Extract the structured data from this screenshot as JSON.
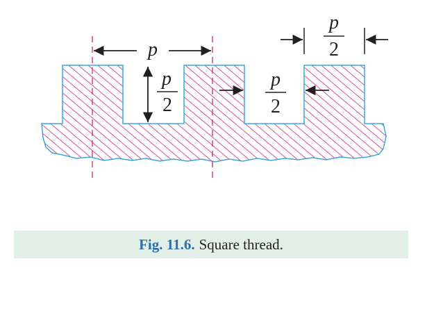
{
  "figure": {
    "labels": {
      "pitch_top": "p",
      "depth_num": "p",
      "depth_den": "2",
      "groove_num": "p",
      "groove_den": "2",
      "tooth_num": "p",
      "tooth_den": "2"
    },
    "colors": {
      "hatch": "#d4237a",
      "outline": "#3aa6e0",
      "centerline": "#d4237a",
      "ink": "#231f20"
    }
  },
  "caption": {
    "number": "Fig. 11.6.",
    "text": "Square thread."
  }
}
